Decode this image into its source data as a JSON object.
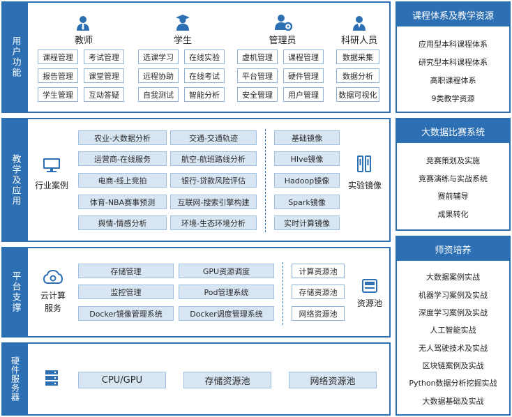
{
  "user_band": {
    "label": "用户功能",
    "roles": [
      {
        "name": "教师",
        "icon": "teacher-icon",
        "items": [
          "课程管理",
          "考试管理",
          "报告管理",
          "课堂管理",
          "学生管理",
          "互动答疑"
        ]
      },
      {
        "name": "学生",
        "icon": "student-icon",
        "items": [
          "选课学习",
          "在线实验",
          "远程协助",
          "在线考试",
          "自我测试",
          "智能分析"
        ]
      },
      {
        "name": "管理员",
        "icon": "admin-icon",
        "items": [
          "虚机管理",
          "课程管理",
          "平台管理",
          "硬件管理",
          "安全管理",
          "用户管理"
        ]
      },
      {
        "name": "科研人员",
        "icon": "researcher-icon",
        "items": [
          "数据采集",
          "数据分析",
          "数据可视化"
        ]
      }
    ]
  },
  "teach_band": {
    "label": "教学及应用",
    "left_title": "行业案例",
    "cases": [
      "农业-大数据分析",
      "交通-交通轨迹",
      "运营商-在线服务",
      "航空-航班路线分析",
      "电商-线上竞拍",
      "银行-贷款风险评估",
      "体育-NBA赛事预测",
      "互联网-搜索引擎构建",
      "舆情-情感分析",
      "环境-生态环境分析"
    ],
    "images": [
      "基础镜像",
      "HIve镜像",
      "Hadoop镜像",
      "Spark镜像",
      "实时计算镜像"
    ],
    "right_title": "实验镜像"
  },
  "platform_band": {
    "label": "平台支撑",
    "left_title_1": "云计算",
    "left_title_2": "服务",
    "services": [
      "存储管理",
      "GPU资源调度",
      "监控管理",
      "Pod管理系统",
      "Docker镜像管理系统",
      "Docker调度管理系统"
    ],
    "pools": [
      "计算资源池",
      "存储资源池",
      "网络资源池"
    ],
    "right_title": "资源池"
  },
  "hardware_band": {
    "label": "硬件服务器",
    "items": [
      "CPU/GPU",
      "存储资源池",
      "网络资源池"
    ]
  },
  "side_panels": [
    {
      "title": "课程体系及教学资源",
      "items": [
        "应用型本科课程体系",
        "研究型本科课程体系",
        "高职课程体系",
        "9类教学资源"
      ]
    },
    {
      "title": "大数据比赛系统",
      "items": [
        "竞赛策划及实施",
        "竞赛演练与实战系统",
        "赛前辅导",
        "成果转化"
      ]
    },
    {
      "title": "师资培养",
      "items": [
        "大数据案例实战",
        "机器学习案例及实战",
        "深度学习案例及实战",
        "人工智能实战",
        "无人驾驶技术及实战",
        "区块链案例及实战",
        "Python数据分析挖掘实战",
        "大数据基础及实战"
      ]
    }
  ],
  "colors": {
    "primary": "#2d6fb3",
    "chip": "#d8e6f4"
  }
}
